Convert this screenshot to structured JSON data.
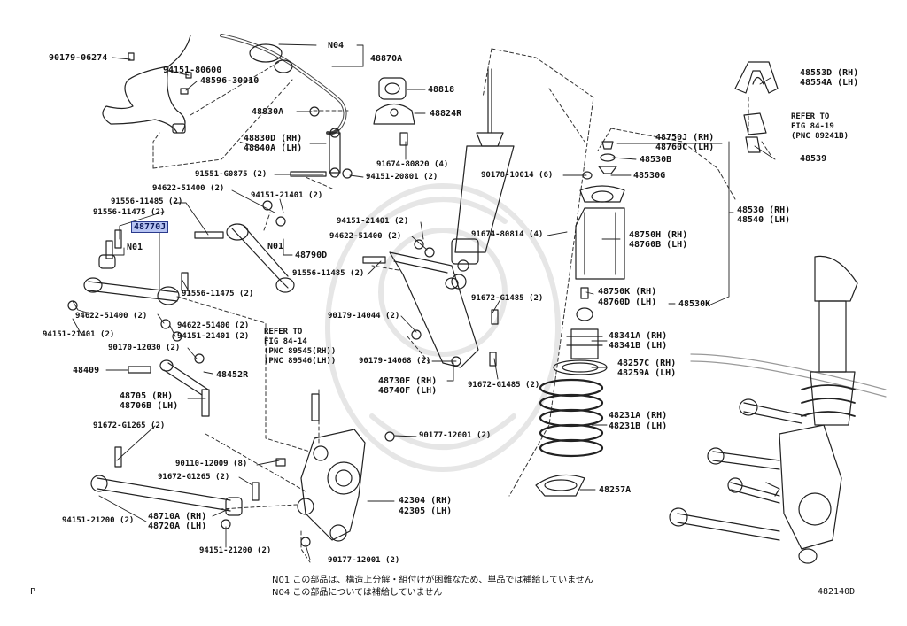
{
  "diagram": {
    "figure_code": "482140D",
    "page_letter": "P",
    "highlight_color": "#b7c4f2",
    "labels": [
      "90179-06274",
      "94151-80600",
      "48596-30010",
      "N04",
      "48870A",
      "48818",
      "48830A",
      "48824R",
      "48830D (RH)",
      "48840A (LH)",
      "91674-80820 (4)",
      "91551-G0875 (2)",
      "94151-20801 (2)",
      "94622-51400 (2)",
      "94151-21401 (2)",
      "91556-11485 (2)",
      "91556-11475 (2)",
      "48770J",
      "N01",
      "N01",
      "48790D",
      "91556-11475 (2)",
      "94151-21401 (2)",
      "94622-51400 (2)",
      "91674-80814 (4)",
      "91556-11485 (2)",
      "94622-51400 (2)",
      "94151-21401 (2)",
      "94622-51400 (2)",
      "94151-21401 (2)",
      "90170-12030 (2)",
      "90179-14044 (2)",
      "48409",
      "48452R",
      "90179-14068 (2)",
      "48730F (RH)",
      "48740F (LH)",
      "91672-G1485 (2)",
      "91672-G1485 (2)",
      "48705 (RH)",
      "48706B (LH)",
      "91672-G1265 (2)",
      "90177-12001 (2)",
      "90110-12009 (8)",
      "91672-G1265 (2)",
      "42304 (RH)",
      "42305 (LH)",
      "94151-21200 (2)",
      "48710A (RH)",
      "48720A (LH)",
      "94151-21200 (2)",
      "90177-12001 (2)",
      "48553D (RH)",
      "48554A (LH)",
      "48539",
      "48750J (RH)",
      "48760C (LH)",
      "48530B",
      "90178-10014 (6)",
      "48530G",
      "48530 (RH)",
      "48540 (LH)",
      "48750H (RH)",
      "48760B (LH)",
      "48750K (RH)",
      "48760D (LH)",
      "48530K",
      "48341A (RH)",
      "48341B (LH)",
      "48257C (RH)",
      "48259A (LH)",
      "48231A (RH)",
      "48231B (LH)",
      "48257A"
    ],
    "refer_notes": [
      [
        "REFER TO",
        "FIG 84-19",
        "(PNC 89241B)"
      ],
      [
        "REFER TO",
        "FIG 84-14",
        "(PNC 89545(RH))",
        "(PNC 89546(LH))"
      ]
    ],
    "footnotes": [
      "N01  この部品は、構造上分解・組付けが困難なため、単品では補給していません",
      "N04  この部品については補給していません"
    ]
  }
}
